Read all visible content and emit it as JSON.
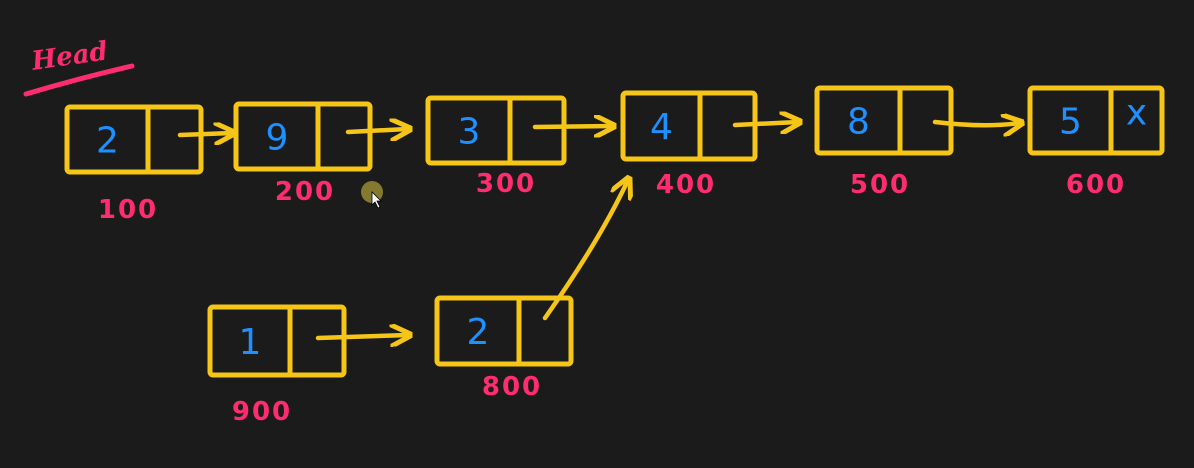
{
  "colors": {
    "background": "#1c1b1c",
    "box": "#f5c518",
    "arrow": "#f5c518",
    "value": "#1e90ff",
    "address": "#ff2d6f",
    "head": "#ff2d6f",
    "null": "#1e90ff"
  },
  "head_label": "Head",
  "nodes": [
    {
      "id": "n100",
      "value": "2",
      "address": "100"
    },
    {
      "id": "n200",
      "value": "9",
      "address": "200"
    },
    {
      "id": "n300",
      "value": "3",
      "address": "300"
    },
    {
      "id": "n400",
      "value": "4",
      "address": "400"
    },
    {
      "id": "n500",
      "value": "8",
      "address": "500"
    },
    {
      "id": "n600",
      "value": "5",
      "address": "600",
      "next": "x"
    },
    {
      "id": "n900",
      "value": "1",
      "address": "900"
    },
    {
      "id": "n800",
      "value": "2",
      "address": "800"
    }
  ],
  "links": [
    {
      "from": "n100",
      "to": "n200"
    },
    {
      "from": "n200",
      "to": "n300"
    },
    {
      "from": "n300",
      "to": "n400"
    },
    {
      "from": "n400",
      "to": "n500"
    },
    {
      "from": "n500",
      "to": "n600"
    },
    {
      "from": "n900",
      "to": "n800"
    },
    {
      "from": "n800",
      "to": "n400"
    }
  ]
}
